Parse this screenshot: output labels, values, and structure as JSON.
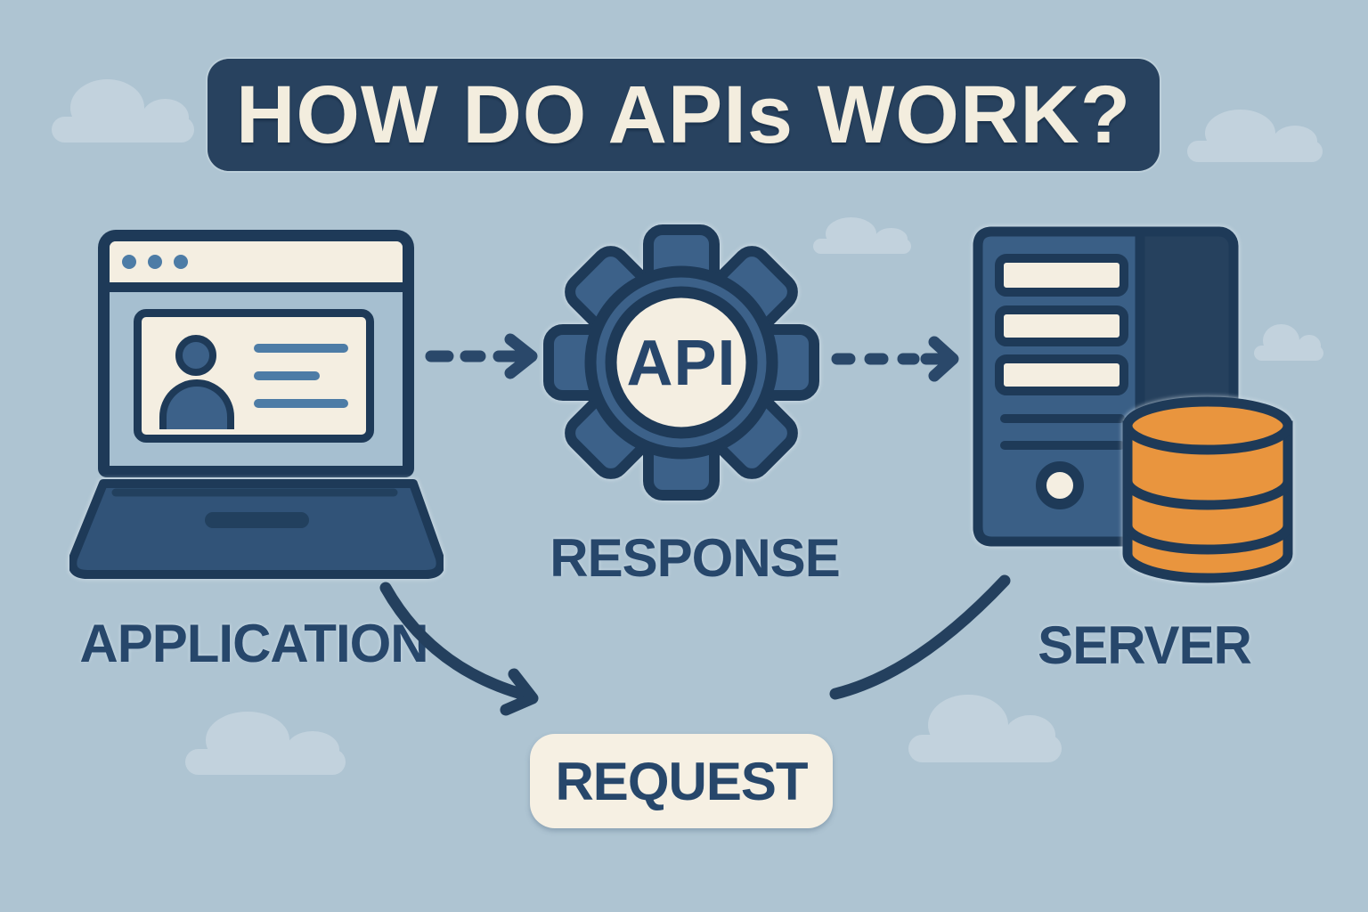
{
  "title": {
    "text": "HOW DO APIs WORK?"
  },
  "labels": {
    "application": "APPLICATION",
    "api": "API",
    "server": "SERVER",
    "response": "RESPONSE",
    "request": "REQUEST"
  },
  "icons": {
    "laptop-icon": "laptop with browser window, user card and text lines",
    "gear-icon": "8-tooth cog with API badge in center",
    "server-icon": "server tower with three cream slots and power light",
    "database-icon": "orange stacked-cylinder database",
    "cloud-icon": "soft background cloud",
    "dashed-arrow-icon": "dashed arrow pointing right",
    "curved-arrow-icon": "curved swoosh arrow"
  },
  "colors": {
    "background": "#aec4d2",
    "cloud": "#c2d2dd",
    "outline_navy": "#1e3a58",
    "banner_navy": "#28425f",
    "medium_blue": "#3c6189",
    "laptop_base_blue": "#315378",
    "accent_blue": "#4d7ca6",
    "cream": "#f4eee1",
    "orange": "#e9953e",
    "label_navy": "#27476b"
  }
}
